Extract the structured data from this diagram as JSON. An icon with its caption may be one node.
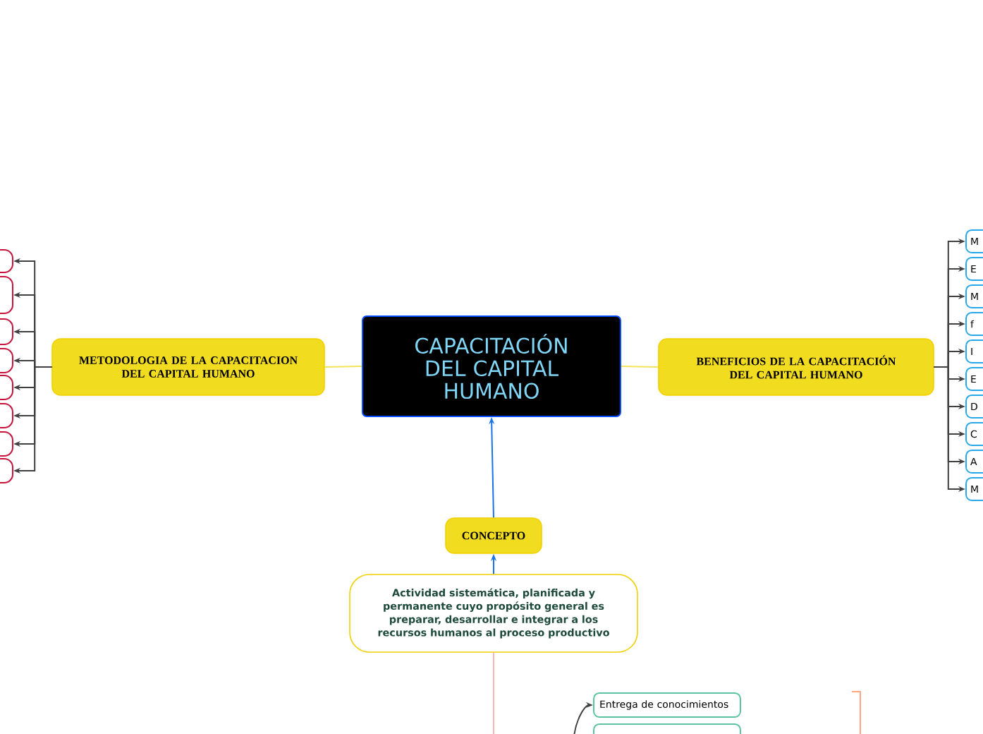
{
  "diagram": {
    "nodes": [
      {
        "text": [
          "CAPACITACIÓN DEL CAPITAL HUMANO"
        ]
      },
      {
        "text": [
          "METODOLOGIA DE LA CAPACITACION DEL CAPITAL HUMANO"
        ]
      },
      {
        "text": [],
        "shape": "box"
      },
      {
        "text": [],
        "shape": "box"
      },
      {
        "text": [],
        "shape": "box"
      },
      {
        "text": [],
        "shape": "box"
      },
      {
        "text": [],
        "shape": "box"
      },
      {
        "text": [],
        "shape": "box"
      },
      {
        "text": [],
        "shape": "box"
      },
      {
        "text": [],
        "shape": "box"
      },
      {
        "text": [
          "BENEFICIOS DE LA CAPACITACIÓN DEL CAPITAL HUMANO"
        ]
      },
      {
        "text": [
          "M"
        ]
      },
      {
        "text": [
          "E"
        ]
      },
      {
        "text": [
          "M"
        ]
      },
      {
        "text": [
          "f"
        ]
      },
      {
        "text": [
          "I"
        ]
      },
      {
        "text": [
          "E"
        ]
      },
      {
        "text": [
          "D"
        ]
      },
      {
        "text": [
          "C"
        ]
      },
      {
        "text": [
          "A"
        ]
      },
      {
        "text": [
          "M"
        ]
      },
      {
        "text": [
          "CONCEPTO"
        ]
      },
      {
        "text": [
          "Actividad sistemática, planificada y permanente cuyo propósito general es preparar, desarrollar e integrar a los recursos humanos al proceso productivo"
        ]
      },
      {
        "text": [
          "Entrega de conocimientos"
        ]
      },
      {
        "text": [],
        "shape": "box"
      }
    ],
    "edges": [
      {
        "from": 0,
        "to": 1,
        "arrow": "none",
        "color": "#f5e45a"
      },
      {
        "from": 1,
        "to": 2,
        "arrow": "to"
      },
      {
        "from": 1,
        "to": 3,
        "arrow": "to"
      },
      {
        "from": 1,
        "to": 4,
        "arrow": "to"
      },
      {
        "from": 1,
        "to": 5,
        "arrow": "to"
      },
      {
        "from": 1,
        "to": 6,
        "arrow": "to"
      },
      {
        "from": 1,
        "to": 7,
        "arrow": "to"
      },
      {
        "from": 1,
        "to": 8,
        "arrow": "to"
      },
      {
        "from": 1,
        "to": 9,
        "arrow": "to"
      },
      {
        "from": 0,
        "to": 10,
        "arrow": "none",
        "color": "#f5e45a"
      },
      {
        "from": 10,
        "to": 11,
        "arrow": "to"
      },
      {
        "from": 10,
        "to": 12,
        "arrow": "to"
      },
      {
        "from": 10,
        "to": 13,
        "arrow": "to"
      },
      {
        "from": 10,
        "to": 14,
        "arrow": "to"
      },
      {
        "from": 10,
        "to": 15,
        "arrow": "to"
      },
      {
        "from": 10,
        "to": 16,
        "arrow": "to"
      },
      {
        "from": 10,
        "to": 17,
        "arrow": "to"
      },
      {
        "from": 10,
        "to": 18,
        "arrow": "to"
      },
      {
        "from": 10,
        "to": 19,
        "arrow": "to"
      },
      {
        "from": 10,
        "to": 20,
        "arrow": "to"
      },
      {
        "from": 21,
        "to": 0,
        "arrow": "to",
        "color": "#1a73e8"
      },
      {
        "from": 22,
        "to": 21,
        "arrow": "to",
        "color": "#1a73e8"
      },
      {
        "from": 22,
        "to": null,
        "arrow": "none",
        "color": "#f7b6b6"
      },
      {
        "from": null,
        "to": 23,
        "arrow": "to"
      }
    ]
  }
}
